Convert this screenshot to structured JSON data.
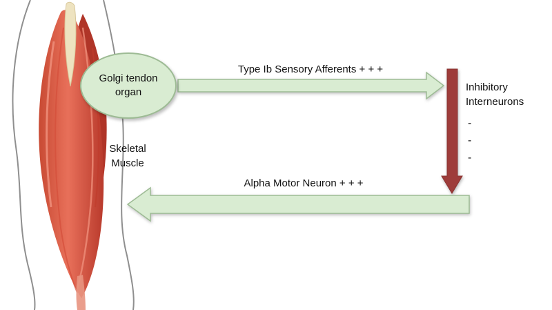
{
  "diagram": {
    "golgi_node": "Golgi tendon organ",
    "sensory_label": "Type Ib Sensory Afferents + + +",
    "inhibitory_line1": "Inhibitory",
    "inhibitory_line2": "Interneurons",
    "minus_signs": [
      "-",
      "-",
      "-"
    ],
    "motor_label": "Alpha Motor Neuron + + +",
    "muscle_line1": "Skeletal",
    "muscle_line2": "Muscle"
  },
  "colors": {
    "arrow_green_fill": "#d9ecd2",
    "arrow_green_stroke": "#9dbb94",
    "arrow_red_fill": "#9e3c3a",
    "muscle_red": "#d95a43",
    "tendon_cream": "#eee3c0"
  }
}
